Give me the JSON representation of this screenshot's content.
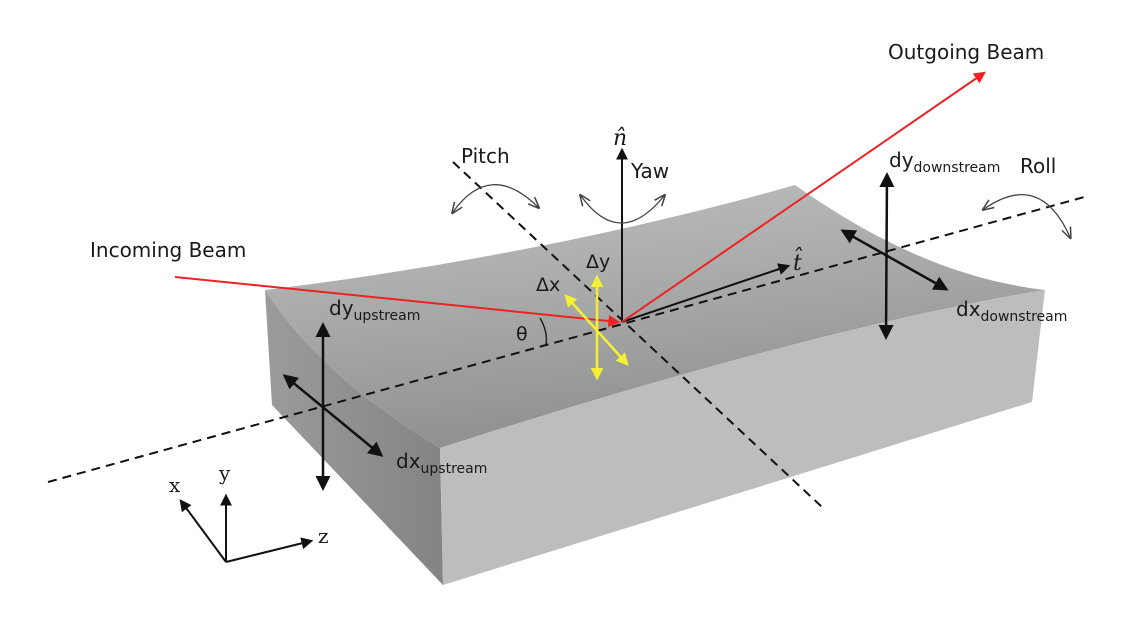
{
  "labels": {
    "outgoing_beam": "Outgoing Beam",
    "incoming_beam": "Incoming Beam",
    "pitch": "Pitch",
    "yaw": "Yaw",
    "roll": "Roll",
    "n_hat": "n̂",
    "t_hat": "t̂",
    "delta_x": "Δx",
    "delta_y": "Δy",
    "theta": "θ",
    "dy_downstream": {
      "main": "dy",
      "sub": "downstream"
    },
    "dx_downstream": {
      "main": "dx",
      "sub": "downstream"
    },
    "dy_upstream": {
      "main": "dy",
      "sub": "upstream"
    },
    "dx_upstream": {
      "main": "dx",
      "sub": "upstream"
    },
    "axis_x": "x",
    "axis_y": "y",
    "axis_z": "z"
  },
  "colors": {
    "beam": "#ee2222",
    "delta_arrows": "#f5f032",
    "mirror_top": "#a9abab",
    "mirror_side": "#8f9191",
    "mirror_front": "#bdbebe"
  }
}
